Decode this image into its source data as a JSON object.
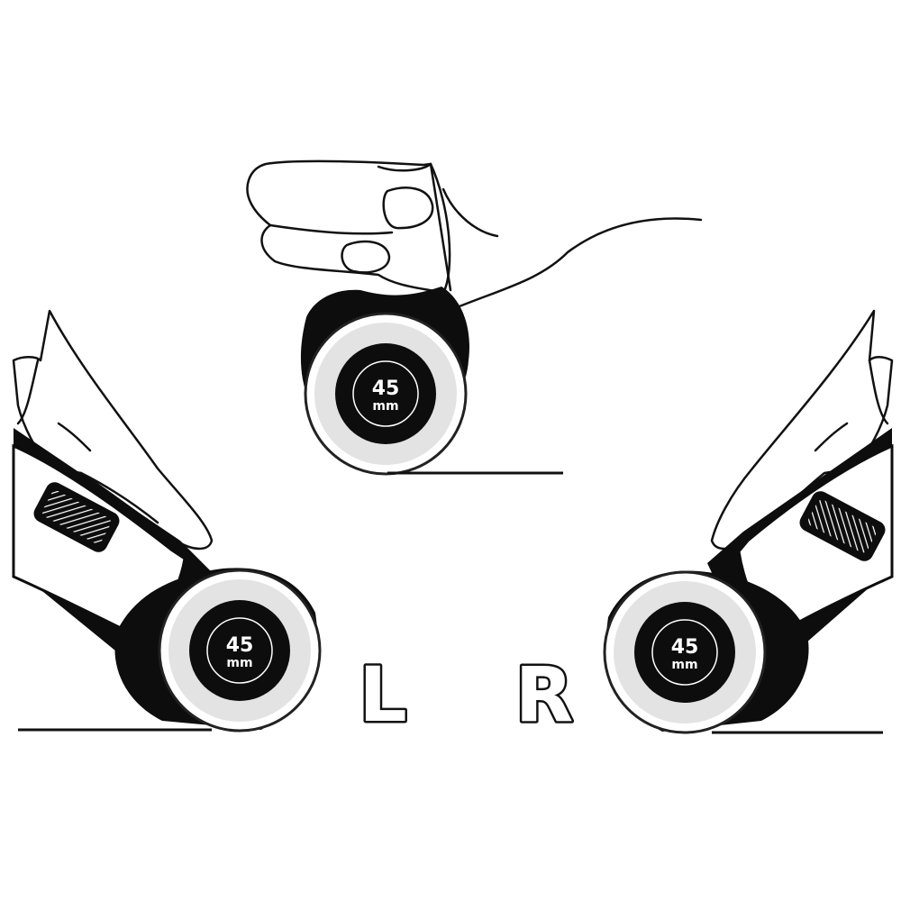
{
  "figure": {
    "blade_size": "45",
    "blade_unit": "mm",
    "left_label": "L",
    "right_label": "R"
  },
  "colors": {
    "ink": "#111111",
    "blade_face": "#e3e3e3",
    "background": "#ffffff"
  }
}
